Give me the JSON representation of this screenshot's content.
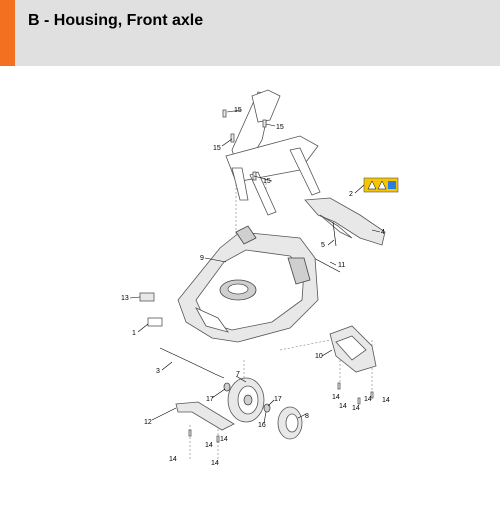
{
  "header": {
    "title": "B - Housing, Front axle",
    "accent_color": "#f37021",
    "background_color": "#e0e0e0"
  },
  "callouts": {
    "c1": "1",
    "c2": "2",
    "c3": "3",
    "c4": "4",
    "c5": "5",
    "c7": "7",
    "c8": "8",
    "c9": "9",
    "c10": "10",
    "c11": "11",
    "c12": "12",
    "c13": "13",
    "c14": "14",
    "c15": "15",
    "c16": "16",
    "c17": "17"
  }
}
